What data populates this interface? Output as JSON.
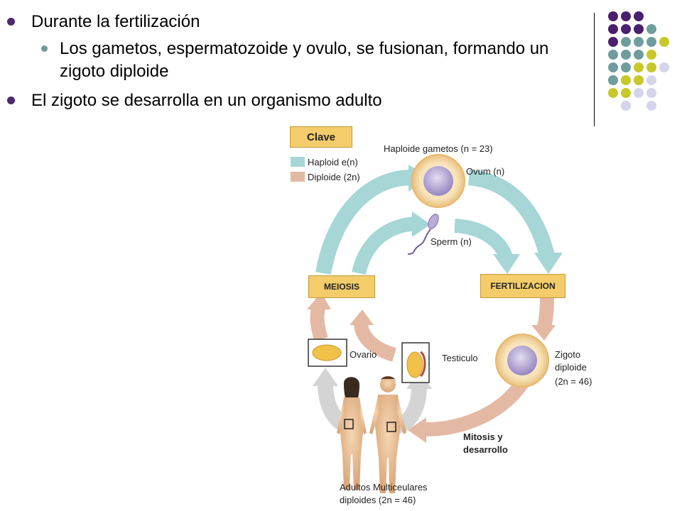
{
  "bullets": {
    "b1": "Durante la fertilización",
    "b2_line1": "Los gametos, espermatozoide y ovulo, se fusionan, formando un",
    "b2_line2": "zigoto diploide",
    "b3": "El zigoto se desarrolla en un organismo adulto"
  },
  "decor_colors": {
    "purple": "#4a1f6e",
    "teal": "#6f9d9e",
    "olive": "#c7c82a",
    "lavender": "#d4d4ea"
  },
  "key": {
    "title": "Clave",
    "haploid": "Haploid e(n)",
    "diploid": "Diploide (2n)",
    "haploid_color": "#a6d6d6",
    "diploid_color": "#e4b9a4"
  },
  "diagram": {
    "gametes_label": "Haploide gametos (n = 23)",
    "ovum_label": "Ovum (n)",
    "sperm_label": "Sperm (n)",
    "meiosis": "MEIOSIS",
    "fertilization": "FERTILIZACION",
    "ovary": "Ovario",
    "testis": "Testiculo",
    "zygote_l1": "Zigoto",
    "zygote_l2": "diploide",
    "zygote_l3": "(2n = 46)",
    "mitosis_l1": "Mitosis y",
    "mitosis_l2": "desarrollo",
    "adults_l1": "Adultos Multiceulares",
    "adults_l2": "diploides (2n = 46)"
  }
}
